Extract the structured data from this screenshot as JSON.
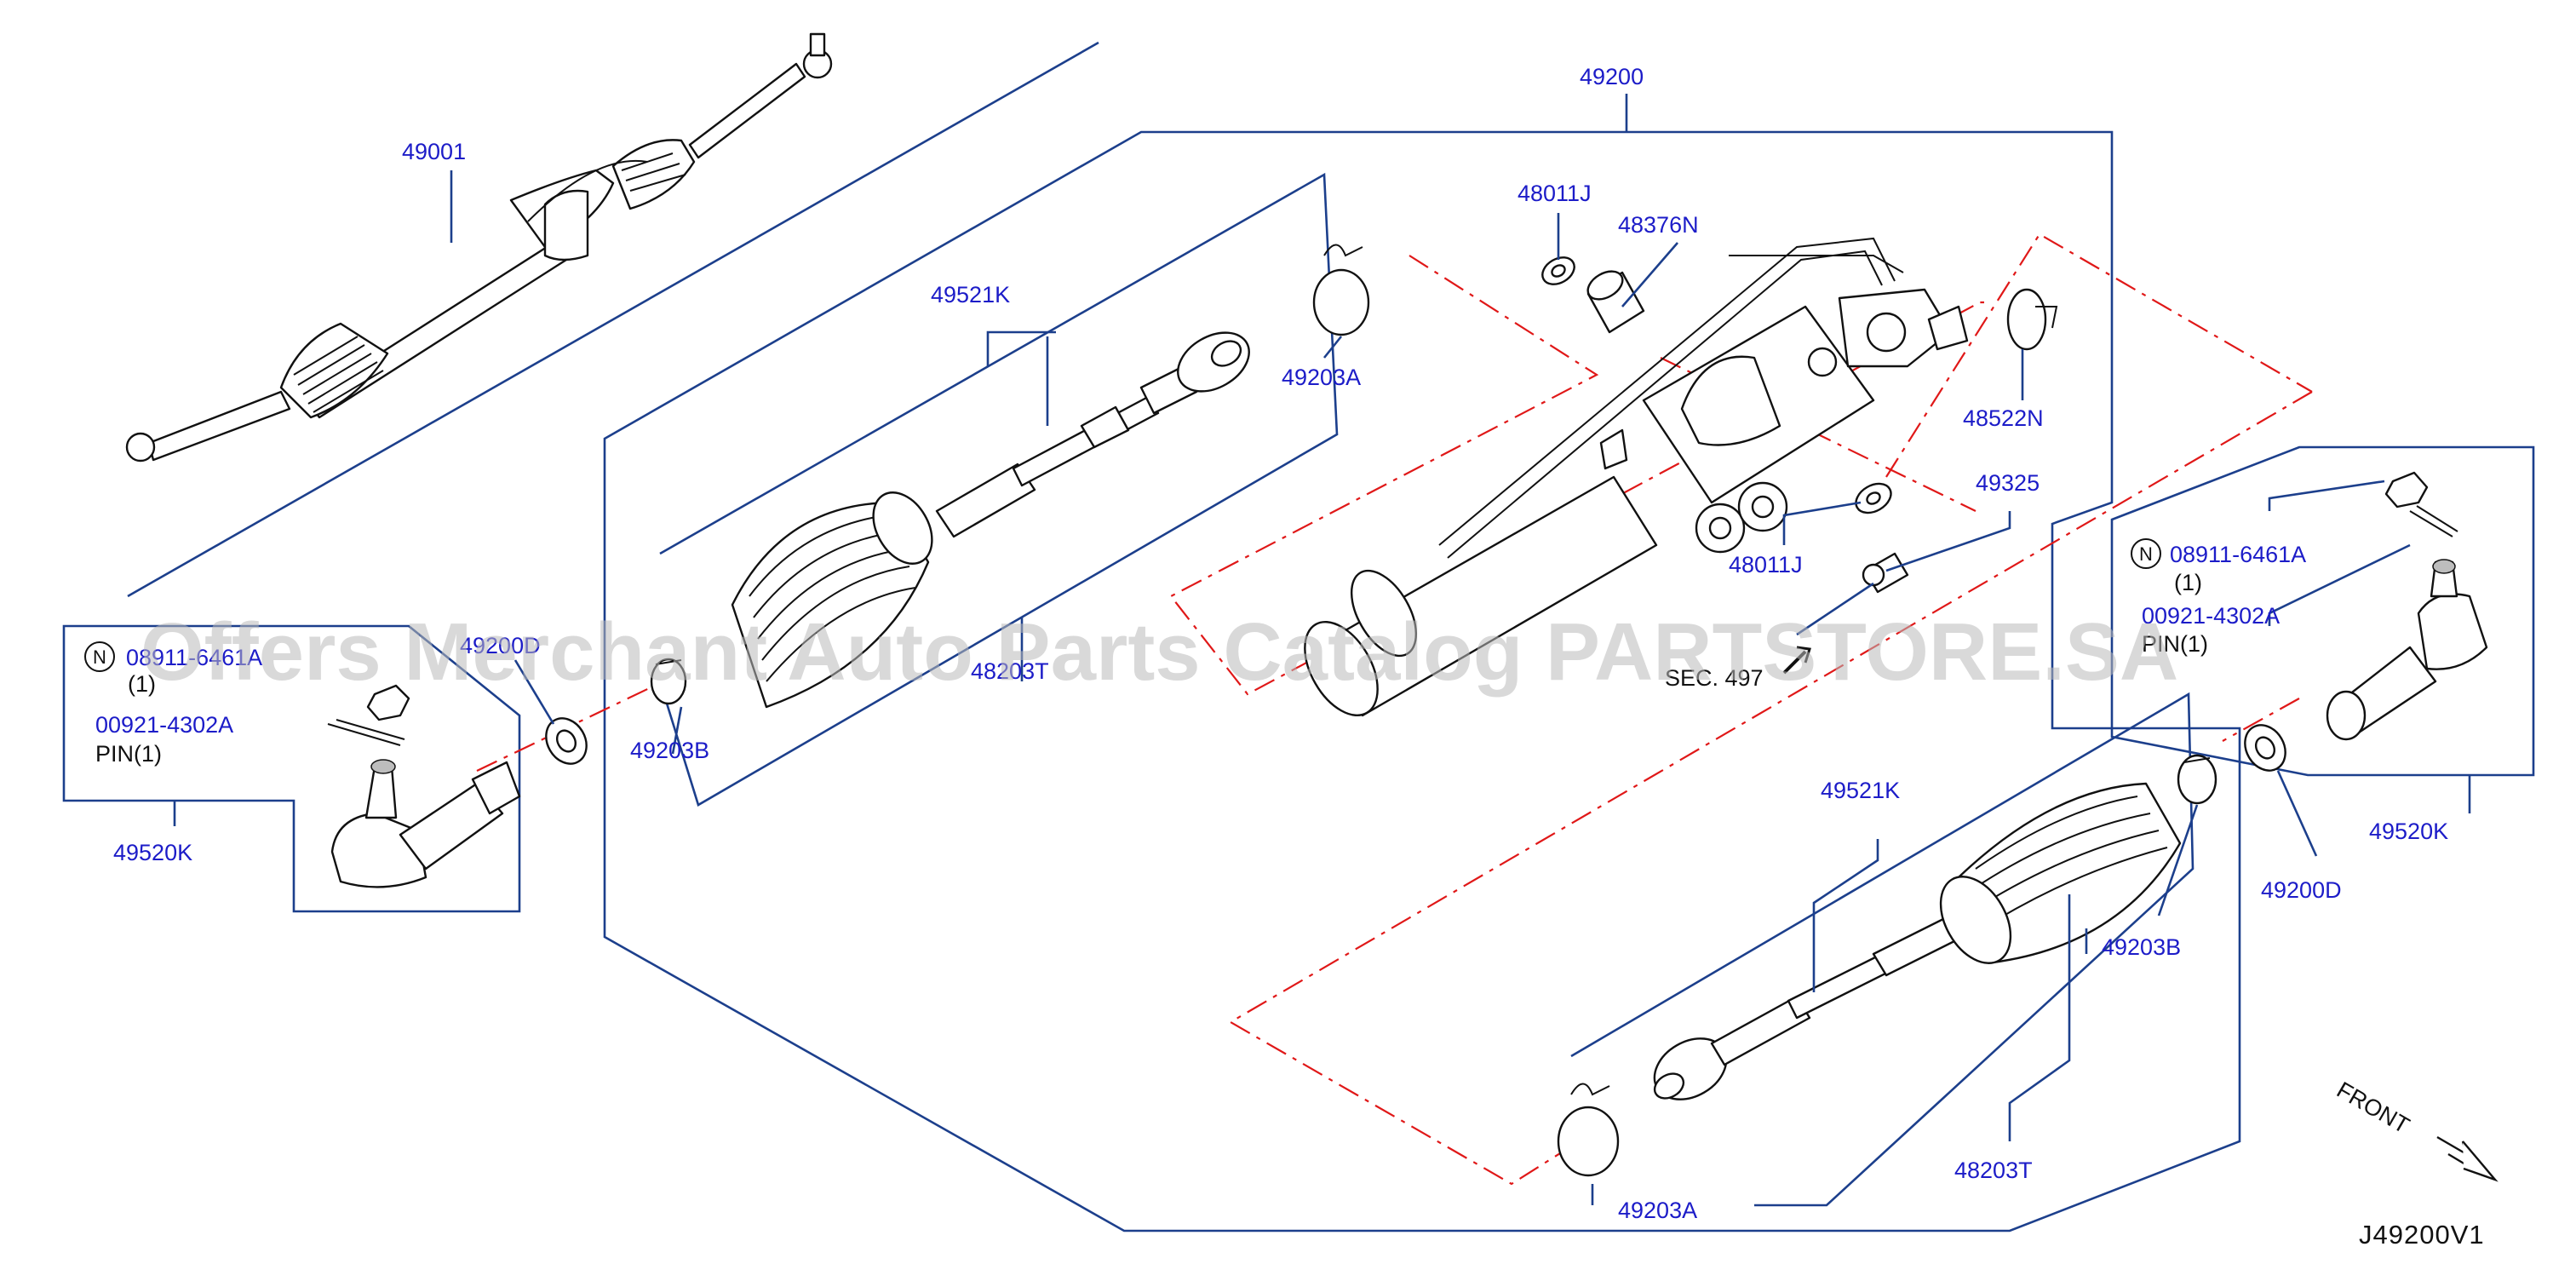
{
  "labels": {
    "p49001": "49001",
    "p49200": "49200",
    "p48011j_top": "48011J",
    "p48376n": "48376N",
    "p49521k_upper": "49521K",
    "p49203a_upper": "49203A",
    "p48522n": "48522N",
    "p49325": "49325",
    "p48011j_bottom": "48011J",
    "p08911_right": "08911-6461A",
    "qty_right": "(1)",
    "p00921_right": "00921-4302A",
    "pin_right": "PIN(1)",
    "p08911_left": "08911-6461A",
    "qty_left": "(1)",
    "p49200d_left": "49200D",
    "p00921_left": "00921-4302A",
    "pin_left": "PIN(1)",
    "p49520k_left": "49520K",
    "p48203t_upper": "48203T",
    "p49203b_upper": "49203B",
    "sec_ref": "SEC. 497",
    "p49521k_lower": "49521K",
    "p49520k_right": "49520K",
    "p49200d_right": "49200D",
    "p49203b_lower": "49203B",
    "p48203t_lower": "48203T",
    "p49203a_lower": "49203A",
    "n_symbol": "N",
    "front": "FRONT",
    "diagram_code": "J49200V1"
  },
  "watermark": "Offers Merchant Auto Parts Catalog PARTSTORE.SA",
  "colors": {
    "label": "#1c1cc8",
    "leader": "#1c3f8c",
    "centerline": "#e01818",
    "watermark": "#b9b9b9"
  }
}
